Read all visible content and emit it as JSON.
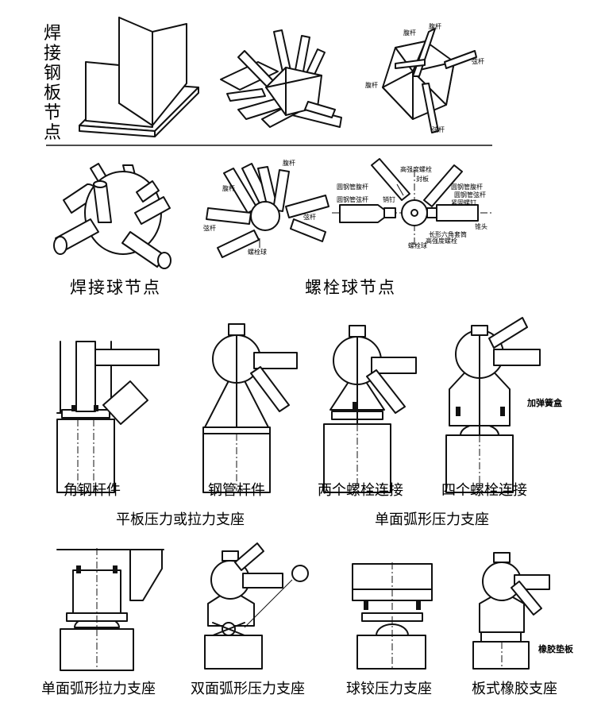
{
  "sections": {
    "welded_plate_node": {
      "title": "焊接钢板节点"
    },
    "welded_ball_node": {
      "caption": "焊接球节点"
    },
    "bolted_ball_node": {
      "caption": "螺栓球节点",
      "sketch_labels": [
        "腹杆",
        "腹杆",
        "弦杆",
        "弦杆",
        "螺栓球"
      ],
      "detail_labels": [
        "高强度螺栓",
        "封板",
        "圆钢管腹杆",
        "圆钢管弦杆",
        "销钉",
        "圆钢管腹杆",
        "圆钢管弦杆",
        "紧固螺钉",
        "长形六角套筒",
        "锥头",
        "高强度螺栓",
        "螺栓球"
      ]
    }
  },
  "plate_node_labels": [
    "腹杆",
    "腹杆",
    "弦杆",
    "腹杆",
    "弦杆"
  ],
  "supports_row1": {
    "items": [
      "角钢杆件",
      "钢管杆件",
      "两个螺栓连接",
      "四个螺栓连接"
    ],
    "group_labels": [
      "平板压力或拉力支座",
      "单面弧形压力支座"
    ],
    "callout": "加弹簧盒"
  },
  "supports_row2": {
    "items": [
      "单面弧形拉力支座",
      "双面弧形压力支座",
      "球铰压力支座",
      "板式橡胶支座"
    ],
    "callout": "橡胶垫板"
  }
}
